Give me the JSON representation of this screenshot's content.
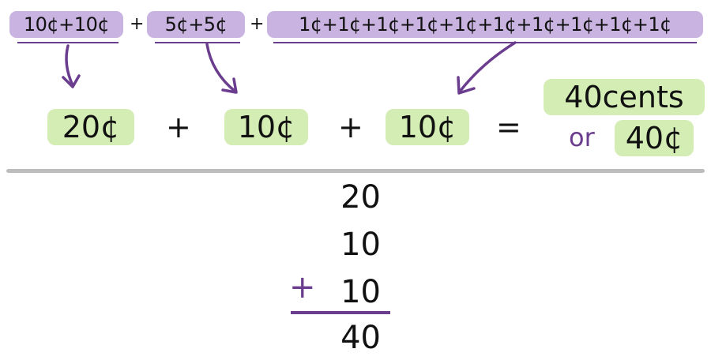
{
  "top": {
    "group1": "10¢+10¢",
    "group2": "5¢+5¢",
    "group3": "1¢+1¢+1¢+1¢+1¢+1¢+1¢+1¢+1¢+1¢",
    "plus": "+"
  },
  "middle": {
    "sum1": "20¢",
    "sum2": "10¢",
    "sum3": "10¢",
    "plus": "+",
    "equals": "=",
    "result_words": "40cents",
    "or": "or",
    "result_symbol": "40¢"
  },
  "vertical": {
    "addend1": "20",
    "addend2": "10",
    "addend3": "10",
    "plus": "+",
    "total": "40"
  },
  "colors": {
    "purple_fill": "#c9b3e0",
    "green_fill": "#d3edb4",
    "purple_ink": "#6b3d8f",
    "divider": "#bdbdbd"
  }
}
